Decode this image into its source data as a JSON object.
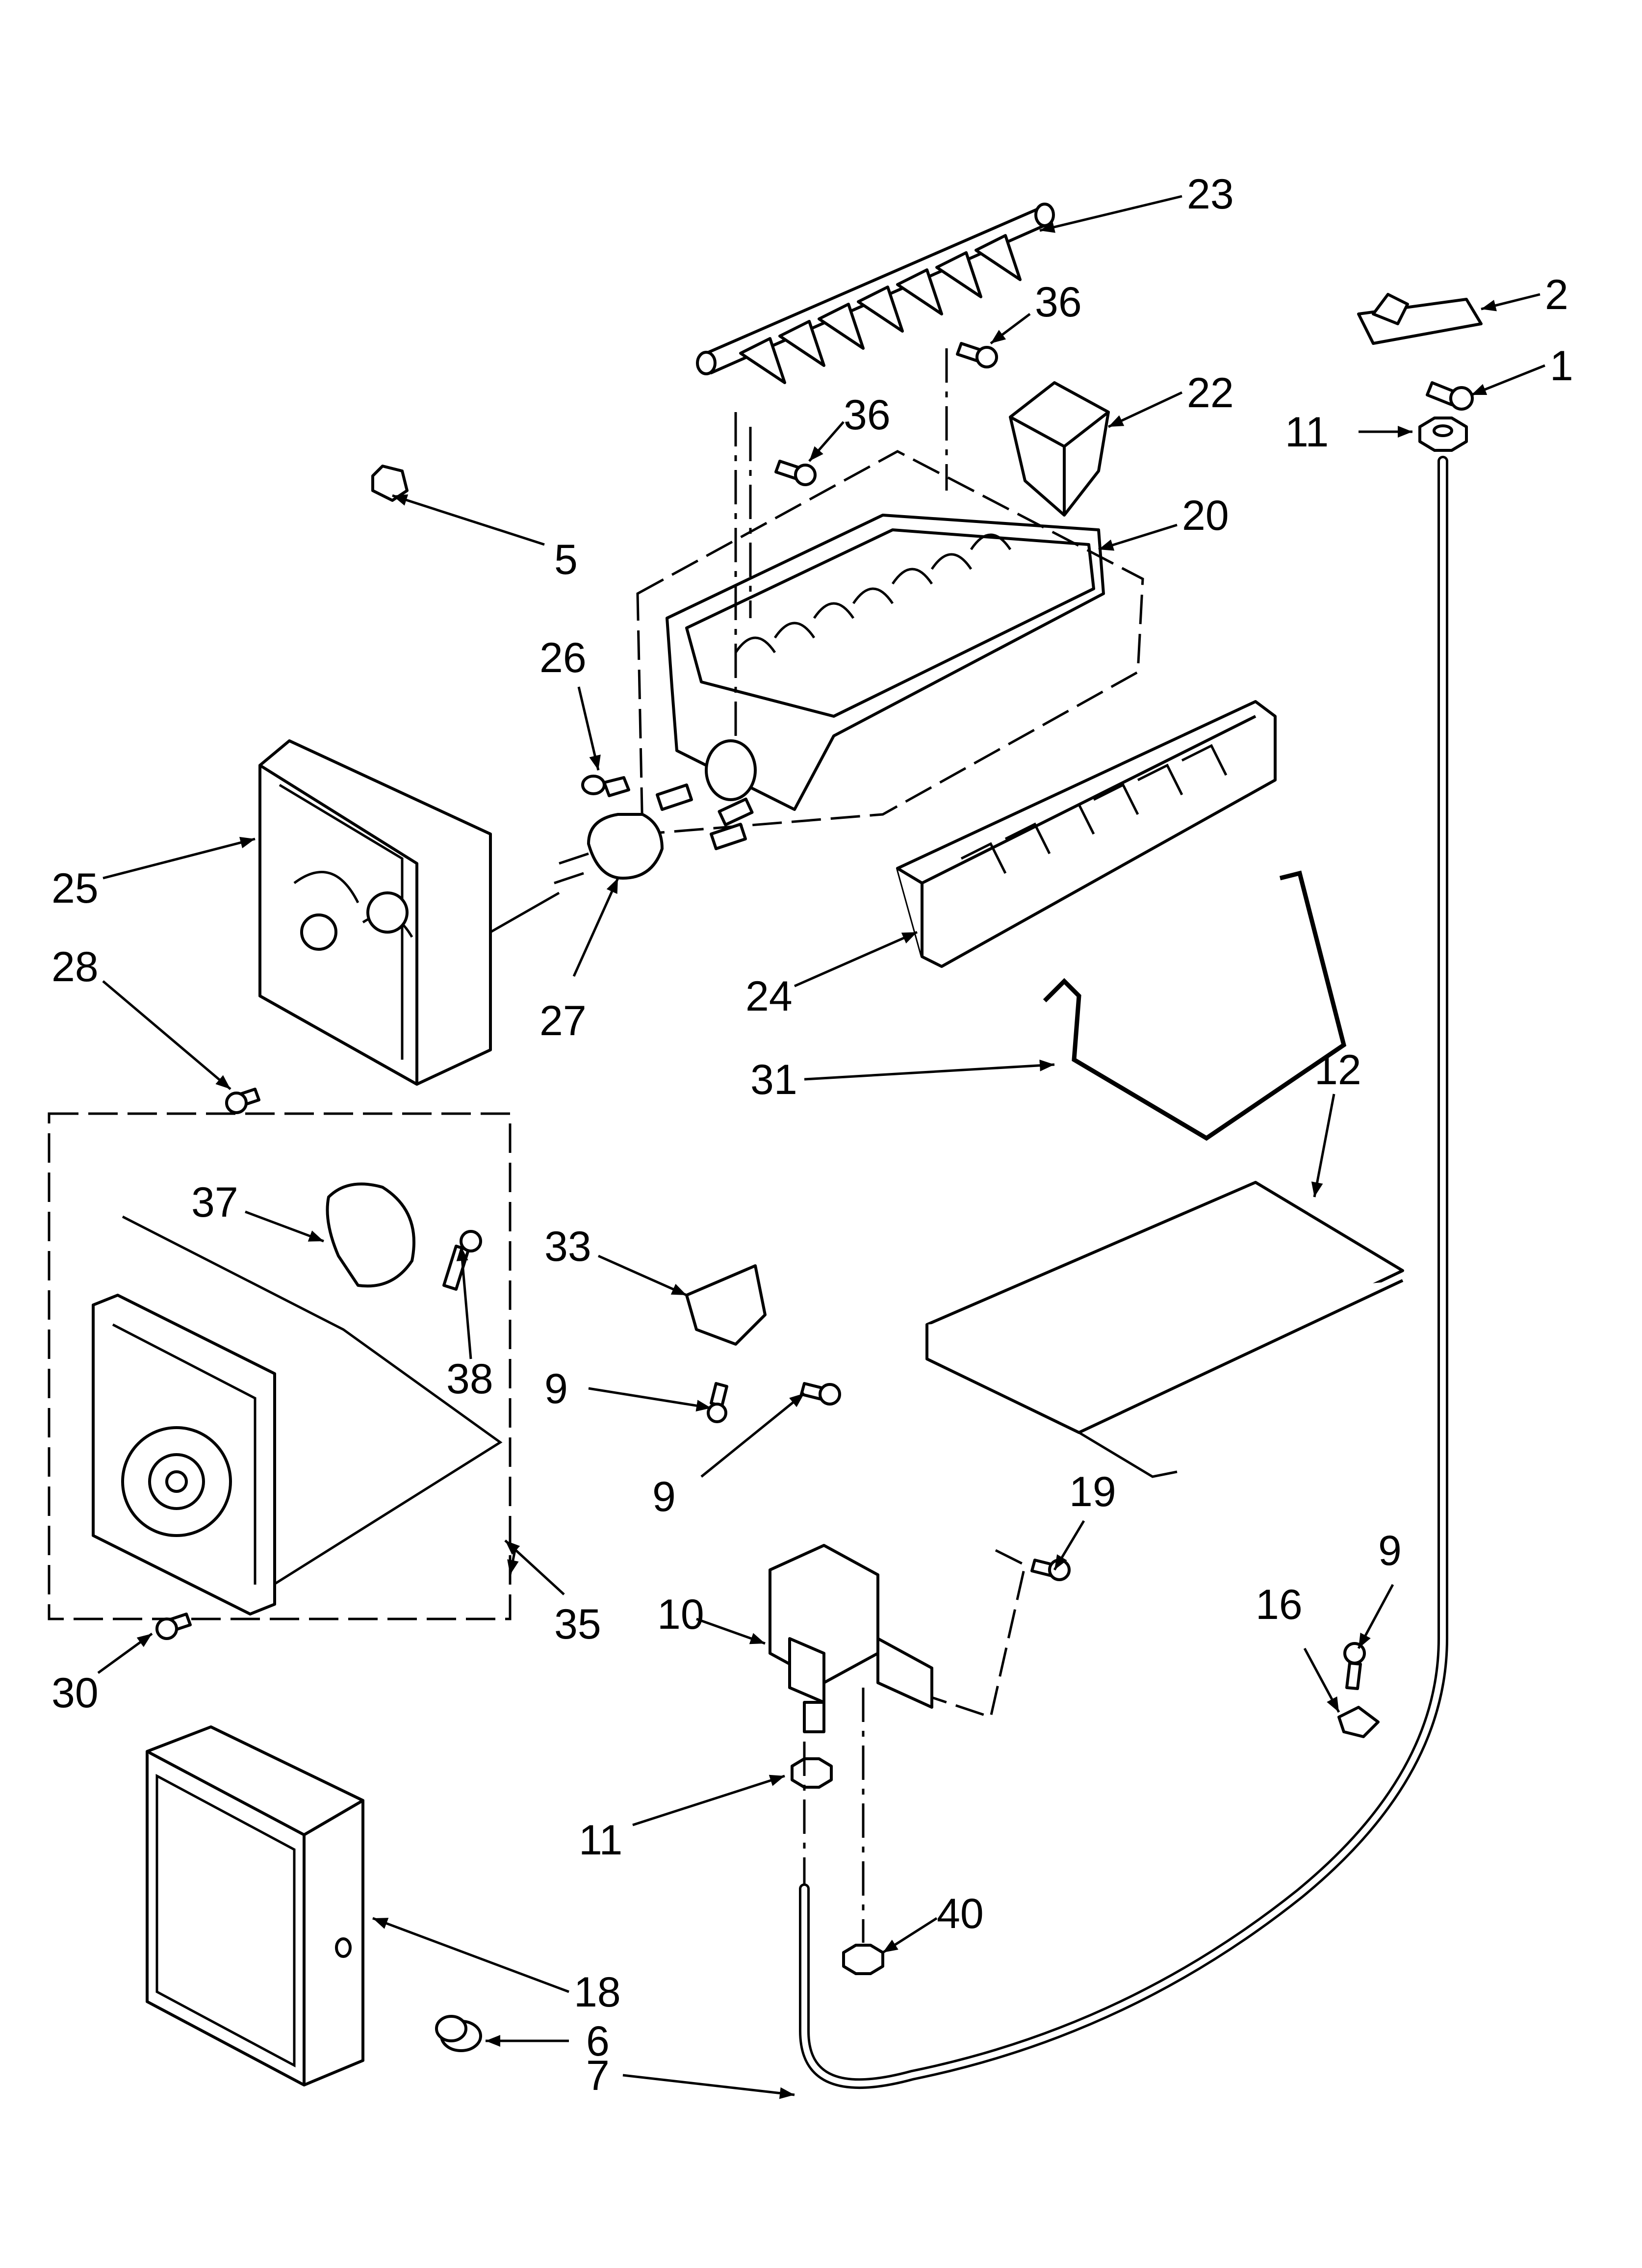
{
  "figure": {
    "callouts": {
      "c1": "1",
      "c2": "2",
      "c5": "5",
      "c6": "6",
      "c7": "7",
      "c9a": "9",
      "c9b": "9",
      "c9c": "9",
      "c10": "10",
      "c11a": "11",
      "c11b": "11",
      "c12": "12",
      "c16": "16",
      "c18": "18",
      "c19": "19",
      "c20": "20",
      "c22": "22",
      "c23": "23",
      "c24": "24",
      "c25": "25",
      "c26": "26",
      "c27": "27",
      "c28": "28",
      "c30": "30",
      "c31": "31",
      "c33": "33",
      "c35": "35",
      "c36a": "36",
      "c36b": "36",
      "c37": "37",
      "c38": "38",
      "c40": "40"
    }
  }
}
